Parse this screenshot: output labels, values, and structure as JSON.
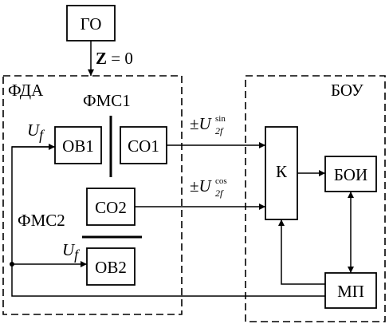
{
  "diagram": {
    "blocks": {
      "go": "ГО",
      "ov1": "ОВ1",
      "co1": "СО1",
      "co2": "СО2",
      "ov2": "ОВ2",
      "k": "К",
      "boi": "БОИ",
      "mp": "МП"
    },
    "groups": {
      "fda": "ФДА",
      "bou": "БОУ",
      "fmc1": "ФМС1",
      "fmc2": "ФМС2"
    },
    "signals": {
      "z_var": "Z",
      "z_eq": " = 0",
      "uf_symbol": "U",
      "uf_sub": "f",
      "pm": "±",
      "u_symbol": "U",
      "u_sub": "2f",
      "sin_sup": "sin",
      "cos_sup": "cos"
    },
    "colors": {
      "line": "#000000",
      "background": "#ffffff"
    }
  }
}
